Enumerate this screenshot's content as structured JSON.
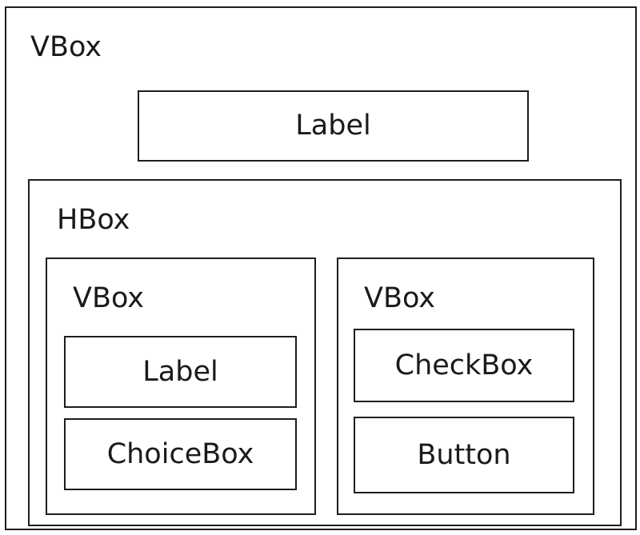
{
  "outer_vbox": {
    "title": "VBox",
    "label": "Label"
  },
  "hbox": {
    "title": "HBox",
    "left_vbox": {
      "title": "VBox",
      "label": "Label",
      "choicebox": "ChoiceBox"
    },
    "right_vbox": {
      "title": "VBox",
      "checkbox": "CheckBox",
      "button": "Button"
    }
  }
}
